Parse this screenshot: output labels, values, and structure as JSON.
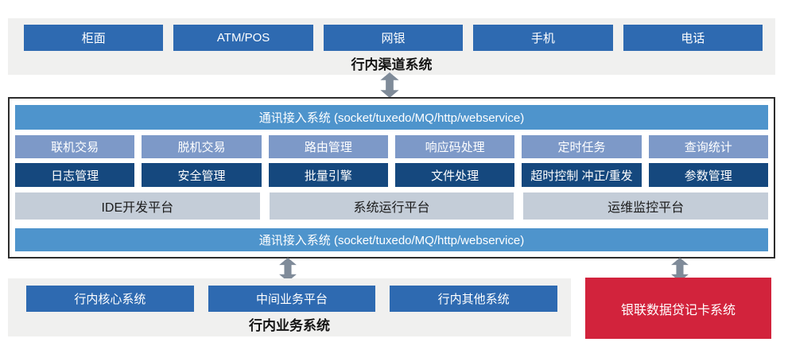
{
  "colors": {
    "section_bg": "#f0f0ef",
    "primary_blue": "#2e6ab1",
    "bar_blue": "#4e94cc",
    "soft_blue": "#7d99c8",
    "navy": "#15487e",
    "platform_gray": "#c4cdd8",
    "red": "#d2233c",
    "arrow_gray": "#7f8b99",
    "border_dark": "#2d2d2d"
  },
  "channel_section": {
    "label": "行内渠道系统",
    "items": [
      "柜面",
      "ATM/POS",
      "网银",
      "手机",
      "电话"
    ]
  },
  "middle_box": {
    "top_bar": "通讯接入系统 (socket/tuxedo/MQ/http/webservice)",
    "feature_row": [
      "联机交易",
      "脱机交易",
      "路由管理",
      "响应码处理",
      "定时任务",
      "查询统计"
    ],
    "management_row": [
      "日志管理",
      "安全管理",
      "批量引擎",
      "文件处理",
      "超时控制 冲正/重发",
      "参数管理"
    ],
    "platform_row": [
      "IDE开发平台",
      "系统运行平台",
      "运维监控平台"
    ],
    "bottom_bar": "通讯接入系统 (socket/tuxedo/MQ/http/webservice)"
  },
  "business_section": {
    "label": "行内业务系统",
    "items": [
      "行内核心系统",
      "中间业务平台",
      "行内其他系统"
    ]
  },
  "external_box": {
    "label": "银联数据贷记卡系统"
  }
}
